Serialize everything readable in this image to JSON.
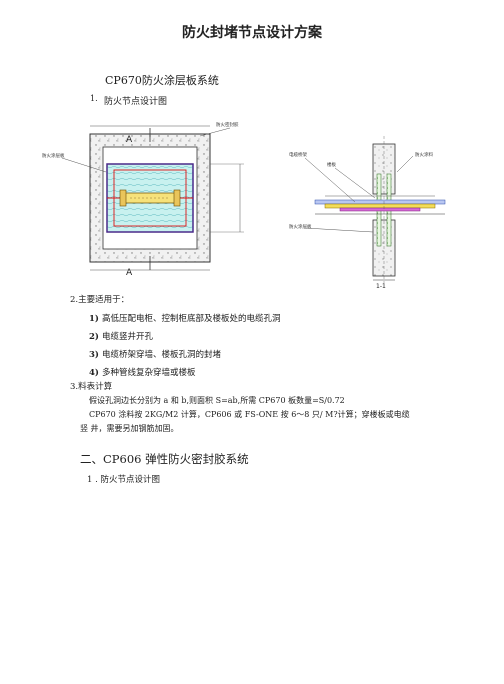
{
  "doc": {
    "title": "防火封堵节点设计方案",
    "section1": {
      "heading": "CP670防火涂层板系统",
      "sub_num": "1.",
      "sub_label": "防火节点设计图",
      "fig_left": {
        "label_a_top": "A",
        "label_a_bottom": "A",
        "callout_left": "防火涂层板",
        "callout_top": "防火密封胶"
      },
      "fig_right": {
        "caption": "1-1",
        "callout_1": "防火涂料",
        "callout_2": "电缆桥架",
        "callout_3": "楼板",
        "callout_4": "防火涂层板"
      }
    },
    "section2": {
      "heading": "2.主要适用于：",
      "items": [
        {
          "num": "1)",
          "text": "高低压配电柜、控制柜底部及楼板处的电缆孔洞"
        },
        {
          "num": "2)",
          "text": "电缆竖井开孔"
        },
        {
          "num": "3)",
          "text": "电缆桥架穿墙、楼板孔洞的封堵"
        },
        {
          "num": "4)",
          "text": "多种管线复杂穿墙或楼板"
        }
      ]
    },
    "section3": {
      "heading": "3.料表计算",
      "line1": "假设孔洞边长分别为 a 和 b,则面积 S=ab,所需 CP670 板数量=S/0.72",
      "line2": "CP670 涂料按 2KG/M2 计算，CP606 或 FS-ONE 按 6〜8 只/ M?计算；穿楼板或电缆",
      "line3": "竖  井，需要另加钢筋加固。"
    },
    "section4": {
      "heading": "二、CP606 弹性防火密封胶系统",
      "sub": "1 . 防火节点设计图"
    }
  }
}
